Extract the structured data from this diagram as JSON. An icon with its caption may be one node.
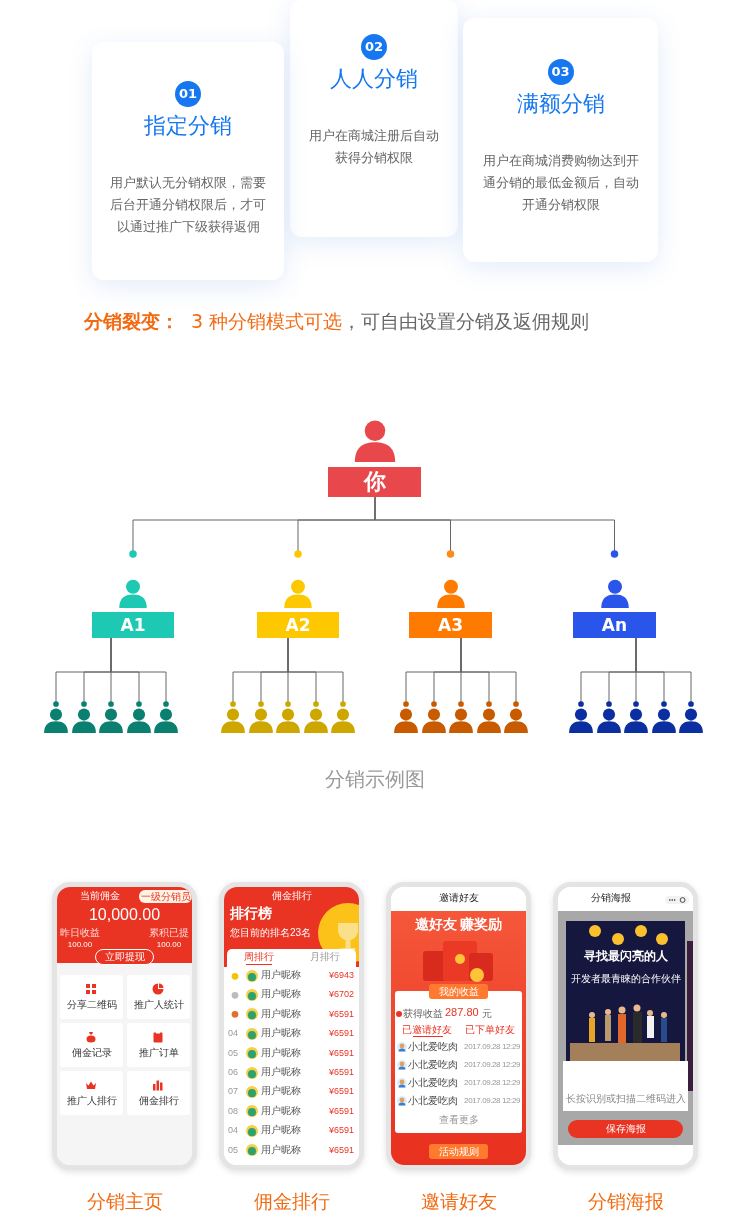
{
  "diagram": {
    "nodes": [
      {
        "text": [
          "01",
          "指定分销",
          "用户默认无分销权限，需要后台开通分销权限后，才可以通过推广下级获得返佣"
        ]
      },
      {
        "text": [
          "02",
          "人人分销",
          "用户在商城注册后自动获得分销权限"
        ]
      },
      {
        "text": [
          "03",
          "满额分销",
          "用户在商城消费购物达到开通分销的最低金额后，自动开通分销权限"
        ]
      },
      {
        "text": [
          "你"
        ]
      },
      {
        "text": [
          "A1"
        ]
      },
      {
        "text": [
          "A2"
        ]
      },
      {
        "text": [
          "A3"
        ]
      },
      {
        "text": [
          "An"
        ]
      },
      {
        "text": [],
        "shape": "person"
      },
      {
        "text": [],
        "shape": "person"
      },
      {
        "text": [],
        "shape": "person"
      },
      {
        "text": [],
        "shape": "person"
      },
      {
        "text": [],
        "shape": "person"
      },
      {
        "text": [],
        "shape": "person"
      },
      {
        "text": [],
        "shape": "person"
      },
      {
        "text": [],
        "shape": "person"
      },
      {
        "text": [],
        "shape": "person"
      },
      {
        "text": [],
        "shape": "person"
      },
      {
        "text": [],
        "shape": "person"
      },
      {
        "text": [],
        "shape": "person"
      },
      {
        "text": [],
        "shape": "person"
      },
      {
        "text": [],
        "shape": "person"
      },
      {
        "text": [],
        "shape": "person"
      },
      {
        "text": [],
        "shape": "person"
      },
      {
        "text": [],
        "shape": "person"
      },
      {
        "text": [],
        "shape": "person"
      },
      {
        "text": [],
        "shape": "person"
      },
      {
        "text": [],
        "shape": "person"
      }
    ],
    "edges": [
      {
        "from": 3,
        "to": 4,
        "arrow": "other"
      },
      {
        "from": 3,
        "to": 5,
        "arrow": "other"
      },
      {
        "from": 3,
        "to": 6,
        "arrow": "other"
      },
      {
        "from": 3,
        "to": 7,
        "arrow": "other"
      },
      {
        "from": 4,
        "to": 8,
        "arrow": "other"
      },
      {
        "from": 4,
        "to": 9,
        "arrow": "other"
      },
      {
        "from": 4,
        "to": 10,
        "arrow": "other"
      },
      {
        "from": 4,
        "to": 11,
        "arrow": "other"
      },
      {
        "from": 4,
        "to": 12,
        "arrow": "other"
      },
      {
        "from": 5,
        "to": 13,
        "arrow": "other"
      },
      {
        "from": 5,
        "to": 14,
        "arrow": "other"
      },
      {
        "from": 5,
        "to": 15,
        "arrow": "other"
      },
      {
        "from": 5,
        "to": 16,
        "arrow": "other"
      },
      {
        "from": 5,
        "to": 17,
        "arrow": "other"
      },
      {
        "from": 6,
        "to": 18,
        "arrow": "other"
      },
      {
        "from": 6,
        "to": 19,
        "arrow": "other"
      },
      {
        "from": 6,
        "to": 20,
        "arrow": "other"
      },
      {
        "from": 6,
        "to": 21,
        "arrow": "other"
      },
      {
        "from": 6,
        "to": 22,
        "arrow": "other"
      },
      {
        "from": 7,
        "to": 23,
        "arrow": "other"
      },
      {
        "from": 7,
        "to": 24,
        "arrow": "other"
      },
      {
        "from": 7,
        "to": 25,
        "arrow": "other"
      },
      {
        "from": 7,
        "to": 26,
        "arrow": "other"
      },
      {
        "from": 7,
        "to": 27,
        "arrow": "other"
      }
    ],
    "labels": [
      "分销裂变：",
      "3 种分销模式可选",
      "，可自由设置分销及返佣规则",
      "分销示例图",
      "当前佣金",
      "一级分销员",
      "10,000.00",
      "昨日收益",
      "100.00",
      "累积已提",
      "100.00",
      "立即提现",
      "分享二维码",
      "推广人统计",
      "佣金记录",
      "推广订单",
      "推广人排行",
      "佣金排行",
      "佣金排行",
      "排行榜",
      "您目前的排名23名",
      "周排行",
      "月排行",
      "用户昵称",
      "¥6943",
      "用户昵称",
      "¥6702",
      "用户昵称",
      "¥6591",
      "04",
      "用户昵称",
      "¥6591",
      "05",
      "用户昵称",
      "¥6591",
      "06",
      "用户昵称",
      "¥6591",
      "07",
      "用户昵称",
      "¥6591",
      "08",
      "用户昵称",
      "¥6591",
      "04",
      "用户昵称",
      "¥6591",
      "05",
      "用户昵称",
      "¥6591",
      "邀请好友",
      "邀好友 赚奖励",
      "我的收益",
      "获得收益",
      "287.80",
      "元",
      "已邀请好友",
      "已下单好友",
      "小北爱吃肉",
      "2017.09.28 12:29",
      "小北爱吃肉",
      "2017.09.28 12:29",
      "小北爱吃肉",
      "2017.09.28 12:29",
      "小北爱吃肉",
      "2017.09.28 12:29",
      "查看更多",
      "活动规则",
      "分销海报",
      "寻找最闪亮的人",
      "开发者最青睐的合作伙伴",
      "长按识别或扫描二维码进入",
      "保存海报",
      "分销主页",
      "佣金排行",
      "邀请好友",
      "分销海报"
    ]
  }
}
